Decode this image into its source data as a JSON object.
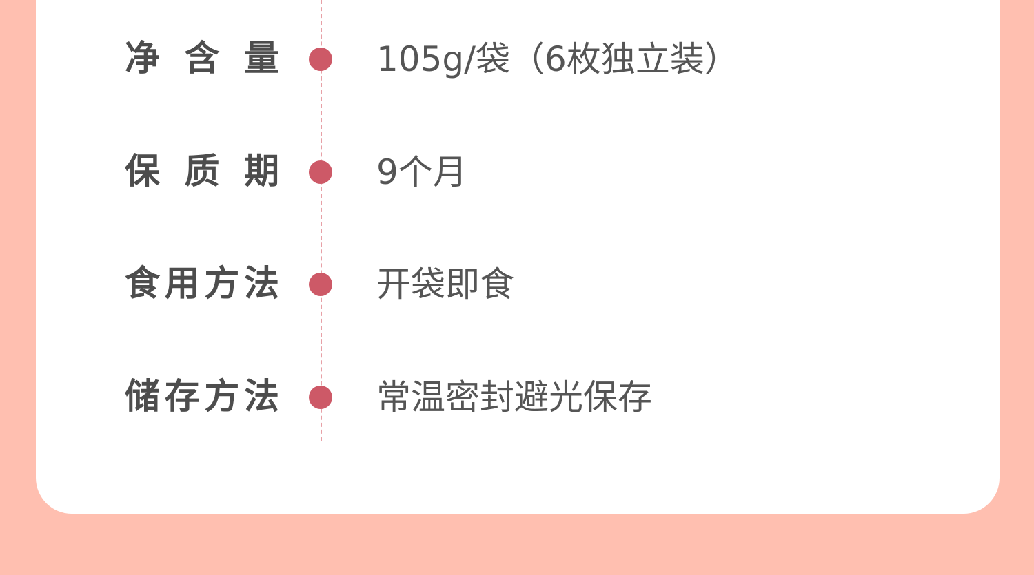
{
  "specs": [
    {
      "label": "净含量",
      "value": "105g/袋（6枚独立装）"
    },
    {
      "label": "保质期",
      "value": "9个月"
    },
    {
      "label": "食用方法",
      "value": "开袋即食"
    },
    {
      "label": "储存方法",
      "value": "常温密封避光保存"
    }
  ],
  "colors": {
    "background": "#ffbfb0",
    "card": "#ffffff",
    "dot": "#cd5967",
    "timeline": "#e7a0a6",
    "label_text": "#4d4d4d",
    "value_text": "#555555"
  }
}
